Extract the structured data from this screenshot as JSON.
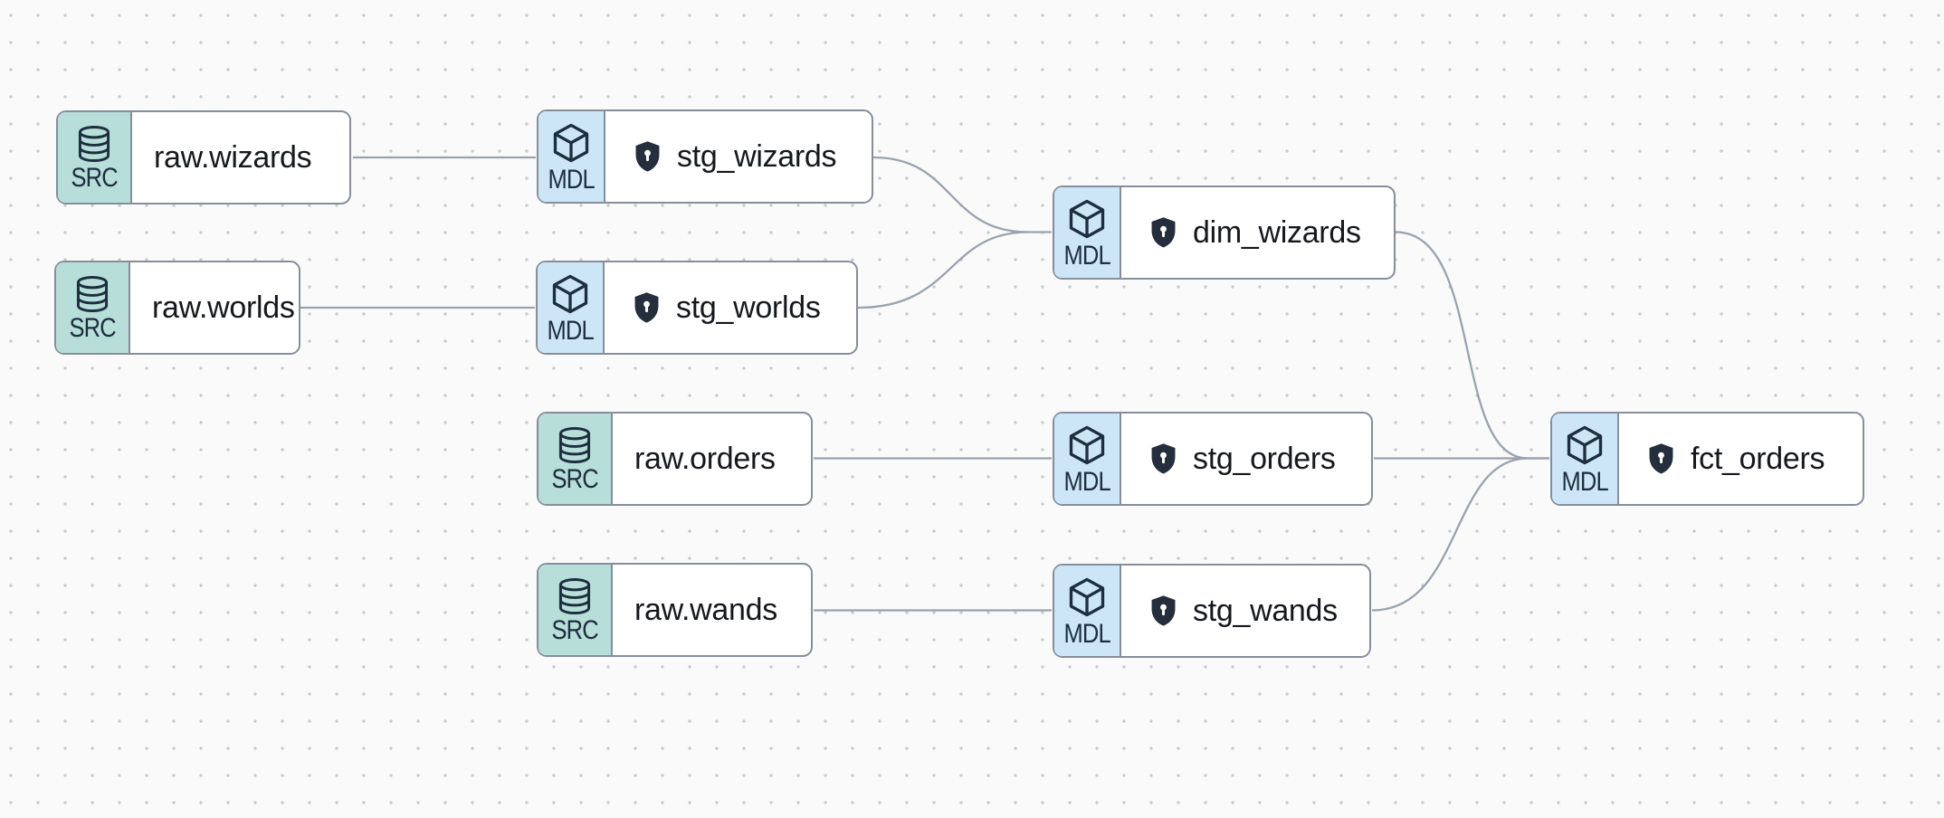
{
  "diagram": {
    "kind": "data-lineage-dag",
    "background_color": "#fafafa",
    "dot_grid_color": "#c9cacd",
    "edge_color": "#9aa2ae",
    "node_border_color": "#868e9c",
    "source_badge_bg": "#b7ded9",
    "model_badge_bg": "#cde6f7",
    "ink_color": "#1d2e3e",
    "shield_color": "#242e3c",
    "badge_labels": {
      "source": "SRC",
      "model": "MDL"
    }
  },
  "nodes": [
    {
      "id": "raw_wizards",
      "label": "raw.wizards",
      "kind": "SRC",
      "type": "source",
      "icon": "database-icon",
      "shield": false
    },
    {
      "id": "stg_wizards",
      "label": "stg_wizards",
      "kind": "MDL",
      "type": "model",
      "icon": "cube-icon",
      "shield": true
    },
    {
      "id": "raw_worlds",
      "label": "raw.worlds",
      "kind": "SRC",
      "type": "source",
      "icon": "database-icon",
      "shield": false
    },
    {
      "id": "stg_worlds",
      "label": "stg_worlds",
      "kind": "MDL",
      "type": "model",
      "icon": "cube-icon",
      "shield": true
    },
    {
      "id": "dim_wizards",
      "label": "dim_wizards",
      "kind": "MDL",
      "type": "model",
      "icon": "cube-icon",
      "shield": true
    },
    {
      "id": "raw_orders",
      "label": "raw.orders",
      "kind": "SRC",
      "type": "source",
      "icon": "database-icon",
      "shield": false
    },
    {
      "id": "stg_orders",
      "label": "stg_orders",
      "kind": "MDL",
      "type": "model",
      "icon": "cube-icon",
      "shield": true
    },
    {
      "id": "raw_wands",
      "label": "raw.wands",
      "kind": "SRC",
      "type": "source",
      "icon": "database-icon",
      "shield": false
    },
    {
      "id": "stg_wands",
      "label": "stg_wands",
      "kind": "MDL",
      "type": "model",
      "icon": "cube-icon",
      "shield": true
    },
    {
      "id": "fct_orders",
      "label": "fct_orders",
      "kind": "MDL",
      "type": "model",
      "icon": "cube-icon",
      "shield": true
    }
  ],
  "edges": [
    {
      "from": "raw.wizards",
      "to": "stg_wizards"
    },
    {
      "from": "raw.worlds",
      "to": "stg_worlds"
    },
    {
      "from": "stg_wizards",
      "to": "dim_wizards"
    },
    {
      "from": "stg_worlds",
      "to": "dim_wizards"
    },
    {
      "from": "raw.orders",
      "to": "stg_orders"
    },
    {
      "from": "raw.wands",
      "to": "stg_wands"
    },
    {
      "from": "dim_wizards",
      "to": "fct_orders"
    },
    {
      "from": "stg_orders",
      "to": "fct_orders"
    },
    {
      "from": "stg_wands",
      "to": "fct_orders"
    }
  ]
}
